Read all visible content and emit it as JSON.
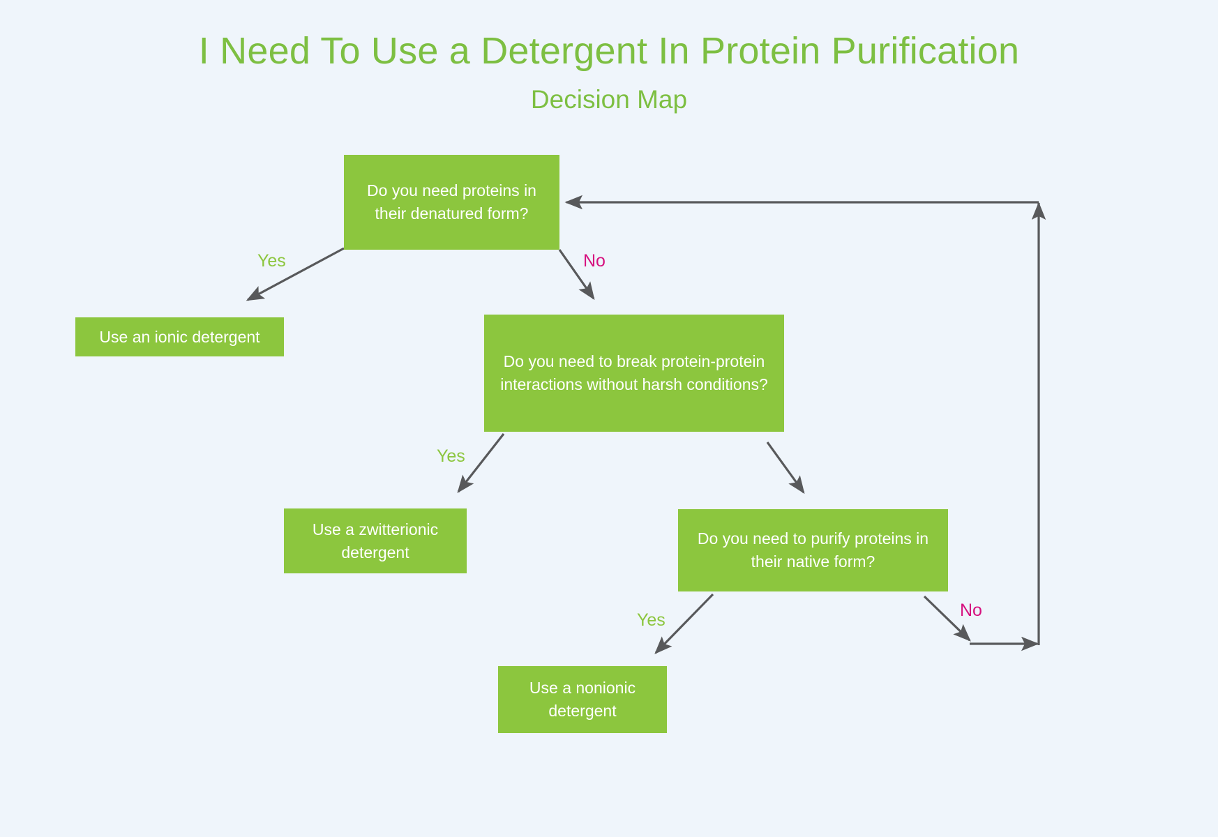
{
  "header": {
    "title": "I Need To Use a Detergent In Protein Purification",
    "subtitle": "Decision Map"
  },
  "theme": {
    "background": "#eff5fb",
    "node_fill": "#8cc63e",
    "node_text": "#ffffff",
    "title_color": "#7dbf42",
    "yes_label_color": "#8cc63e",
    "no_label_color": "#d6117f",
    "arrow_color": "#58595b"
  },
  "diagram": {
    "type": "decision-flowchart",
    "nodes": [
      {
        "id": "denatured",
        "kind": "decision",
        "text": "Do you need proteins in their denatured form?"
      },
      {
        "id": "ionic",
        "kind": "outcome",
        "text": "Use an ionic detergent"
      },
      {
        "id": "break",
        "kind": "decision",
        "text": "Do you need to break protein-protein interactions without harsh conditions?"
      },
      {
        "id": "zwitter",
        "kind": "outcome",
        "text": "Use a zwitterionic detergent"
      },
      {
        "id": "native",
        "kind": "decision",
        "text": "Do you need to purify proteins in their native form?"
      },
      {
        "id": "nonionic",
        "kind": "outcome",
        "text": "Use a nonionic detergent"
      }
    ],
    "edges": [
      {
        "from": "denatured",
        "to": "ionic",
        "label": "Yes"
      },
      {
        "from": "denatured",
        "to": "break",
        "label": "No"
      },
      {
        "from": "break",
        "to": "zwitter",
        "label": "Yes"
      },
      {
        "from": "break",
        "to": "native",
        "label": ""
      },
      {
        "from": "native",
        "to": "nonionic",
        "label": "Yes"
      },
      {
        "from": "native",
        "to": "denatured",
        "label": "No"
      }
    ],
    "labels": {
      "yes_1": "Yes",
      "no_1": "No",
      "yes_2": "Yes",
      "yes_3": "Yes",
      "no_2": "No"
    }
  }
}
